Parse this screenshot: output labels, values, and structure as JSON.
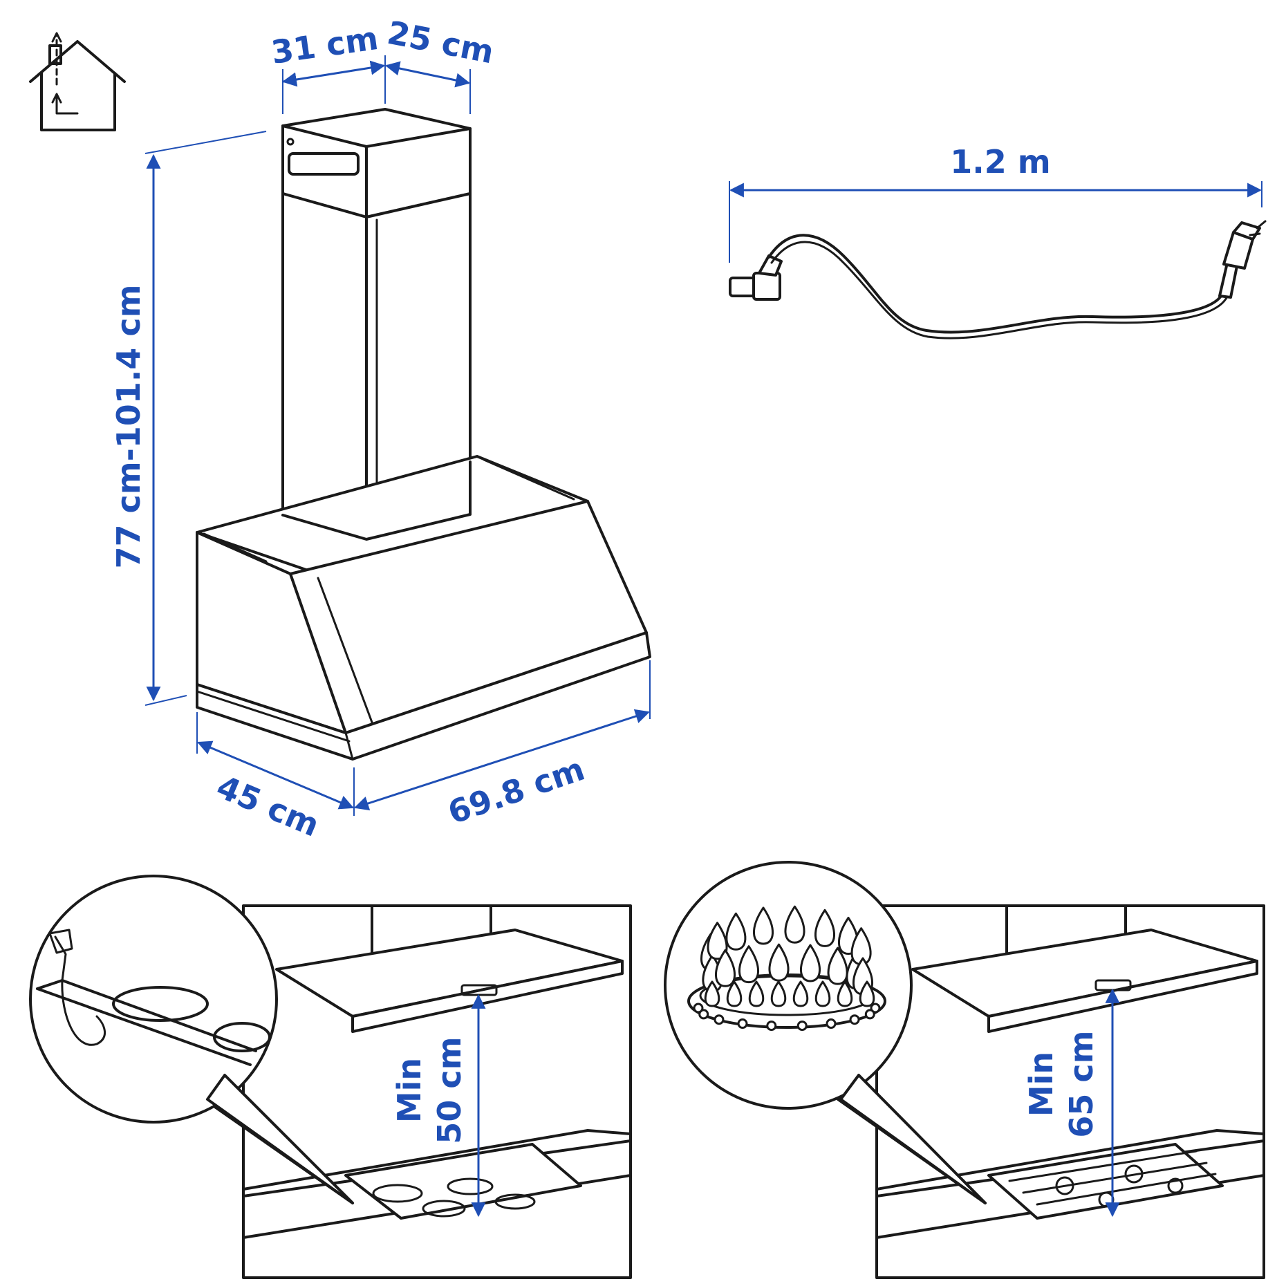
{
  "colors": {
    "accent": "#1f4fb5",
    "line": "#1a1a1a",
    "background": "#ffffff"
  },
  "icons": {
    "ducted": "house-with-duct-icon",
    "cable": "power-cable-with-plug-icon",
    "hob_electric": "electric-hob-icon",
    "hob_gas": "gas-burner-flame-icon"
  },
  "dimensions": {
    "chimney_width": "31 cm",
    "chimney_depth": "25 cm",
    "height_range": "77 cm-101.4 cm",
    "hood_depth": "45 cm",
    "hood_width": "69.8 cm",
    "cable_length": "1.2 m"
  },
  "clearances": {
    "electric_min_label": "Min",
    "electric_min_value": "50 cm",
    "gas_min_label": "Min",
    "gas_min_value": "65 cm"
  }
}
